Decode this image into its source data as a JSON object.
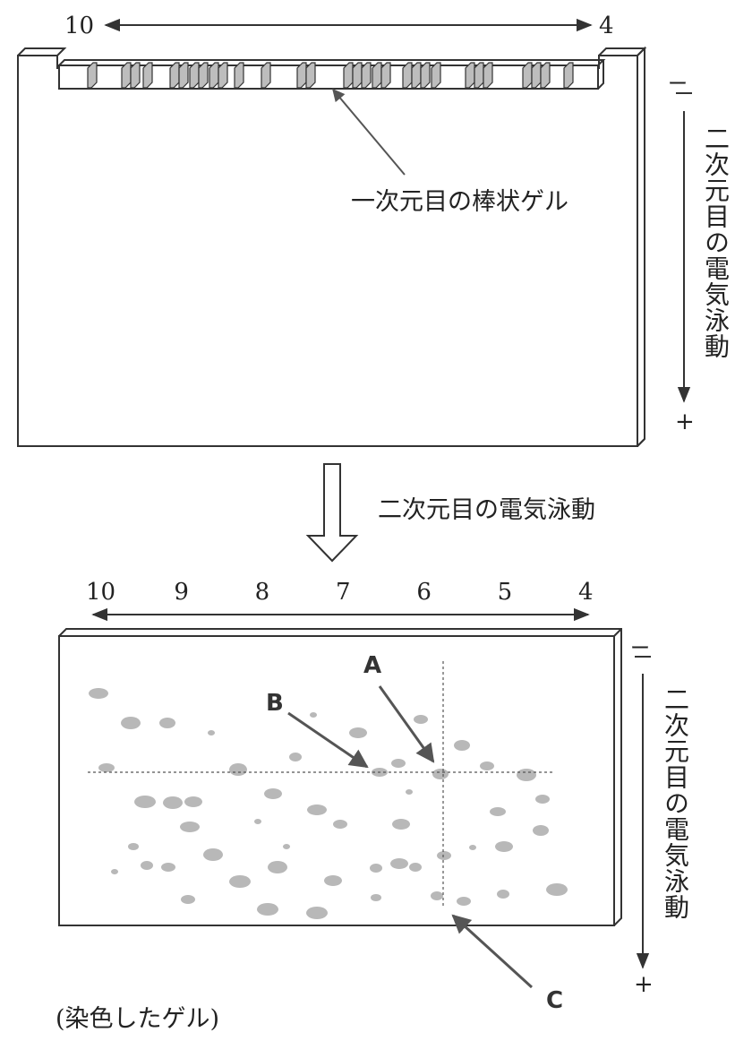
{
  "top_panel": {
    "ph_left": "10",
    "ph_right": "4",
    "strip_label": "一次元目の棒状ゲル",
    "axis_text": "二次元目の電気泳動",
    "minus": "ー",
    "plus": "+"
  },
  "transition": {
    "label": "二次元目の電気泳動"
  },
  "bottom_panel": {
    "ph_ticks": [
      "10",
      "9",
      "8",
      "7",
      "6",
      "5",
      "4"
    ],
    "axis_text": "二次元目の電気泳動",
    "minus": "ー",
    "plus": "+",
    "marker_a": "A",
    "marker_b": "B",
    "marker_c": "C",
    "caption": "(染色したゲル)"
  },
  "colors": {
    "line": "#333333",
    "spot": "#b8b8b8",
    "gel_fill": "#ffffff",
    "strip_shade": "#bdbdbd"
  }
}
